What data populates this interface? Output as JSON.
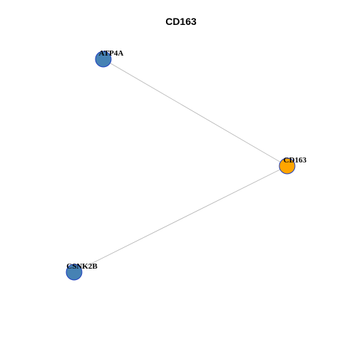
{
  "diagram": {
    "title": "CD163",
    "edge_color": "#b3b3b3",
    "nodes": [
      {
        "id": "ATP4A",
        "label": "ATP4A",
        "fill": "#4682b4",
        "stroke": "#1f3fbf"
      },
      {
        "id": "CD163",
        "label": "CD163",
        "fill": "#ffa500",
        "stroke": "#1f3fbf"
      },
      {
        "id": "CSNK2B",
        "label": "CSNK2B",
        "fill": "#4682b4",
        "stroke": "#1f3fbf"
      }
    ],
    "edges": [
      {
        "source": "ATP4A",
        "target": "CD163"
      },
      {
        "source": "CSNK2B",
        "target": "CD163"
      }
    ]
  }
}
